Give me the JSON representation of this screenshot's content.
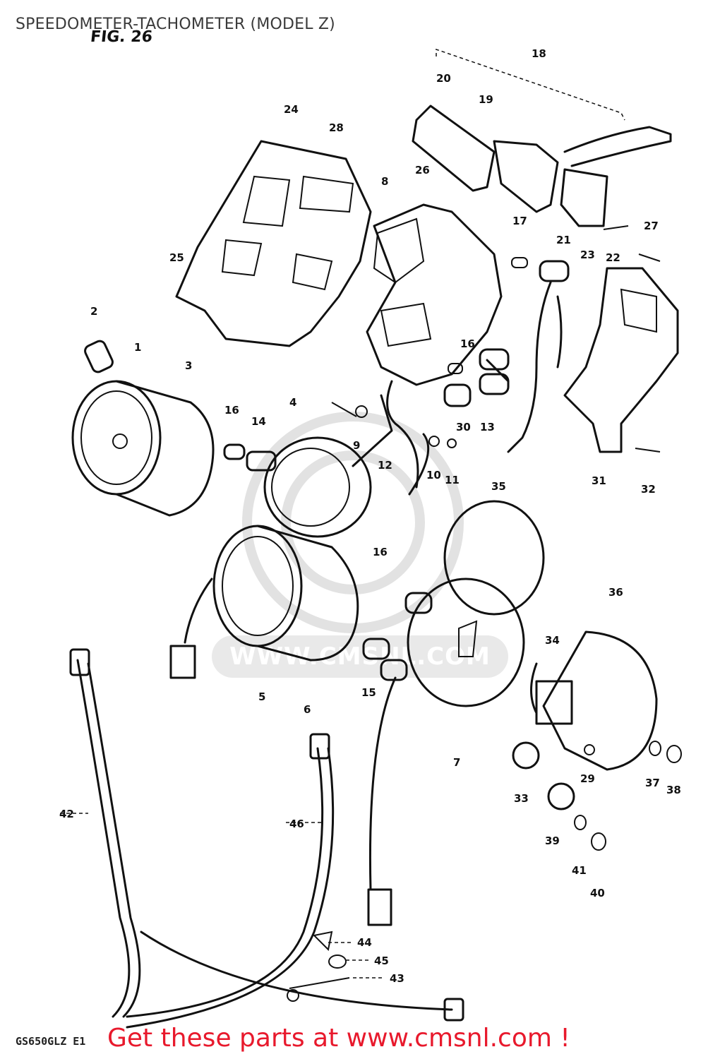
{
  "title": "SPEEDOMETER-TACHOMETER (MODEL Z)",
  "figure_label": "FIG. 26",
  "model_code": "GS650GLZ E1",
  "watermark": "WWW.CMSNL.COM",
  "promo": "Get these parts at www.cmsnl.com !",
  "callouts": {
    "n1": "1",
    "n2": "2",
    "n3": "3",
    "n4": "4",
    "n5": "5",
    "n6": "6",
    "n7": "7",
    "n8": "8",
    "n9": "9",
    "n10": "10",
    "n11": "11",
    "n12": "12",
    "n13": "13",
    "n14": "14",
    "n15": "15",
    "n16a": "16",
    "n16b": "16",
    "n16c": "16",
    "n17": "17",
    "n18": "18",
    "n19": "19",
    "n20": "20",
    "n21": "21",
    "n22": "22",
    "n23": "23",
    "n24": "24",
    "n25": "25",
    "n26": "26",
    "n27": "27",
    "n28": "28",
    "n29": "29",
    "n30": "30",
    "n31": "31",
    "n32": "32",
    "n33": "33",
    "n34": "34",
    "n35": "35",
    "n36": "36",
    "n37": "37",
    "n38": "38",
    "n39": "39",
    "n40": "40",
    "n41": "41",
    "n42": "42",
    "n43": "43",
    "n44": "44",
    "n45": "45",
    "n46": "46"
  }
}
